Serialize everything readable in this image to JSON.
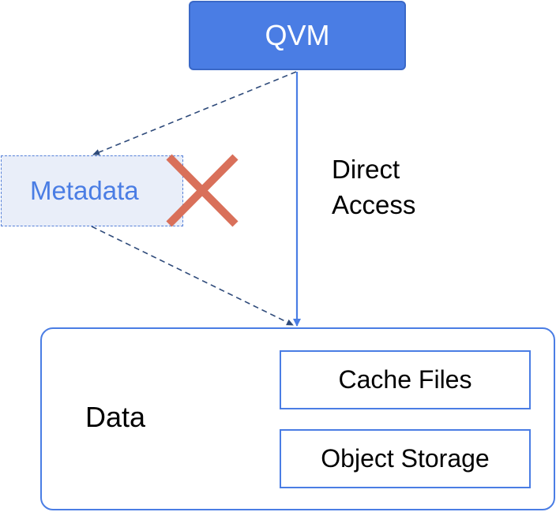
{
  "nodes": {
    "qvm": "QVM",
    "metadata": "Metadata",
    "data": "Data",
    "cache_files": "Cache Files",
    "object_storage": "Object Storage"
  },
  "edges": {
    "direct_access_line1": "Direct",
    "direct_access_line2": "Access"
  },
  "colors": {
    "accent": "#4a7de4",
    "metadata_fill": "#e9eef9",
    "dashed_arrow": "#2e4a7a",
    "cross": "#d9705a"
  }
}
